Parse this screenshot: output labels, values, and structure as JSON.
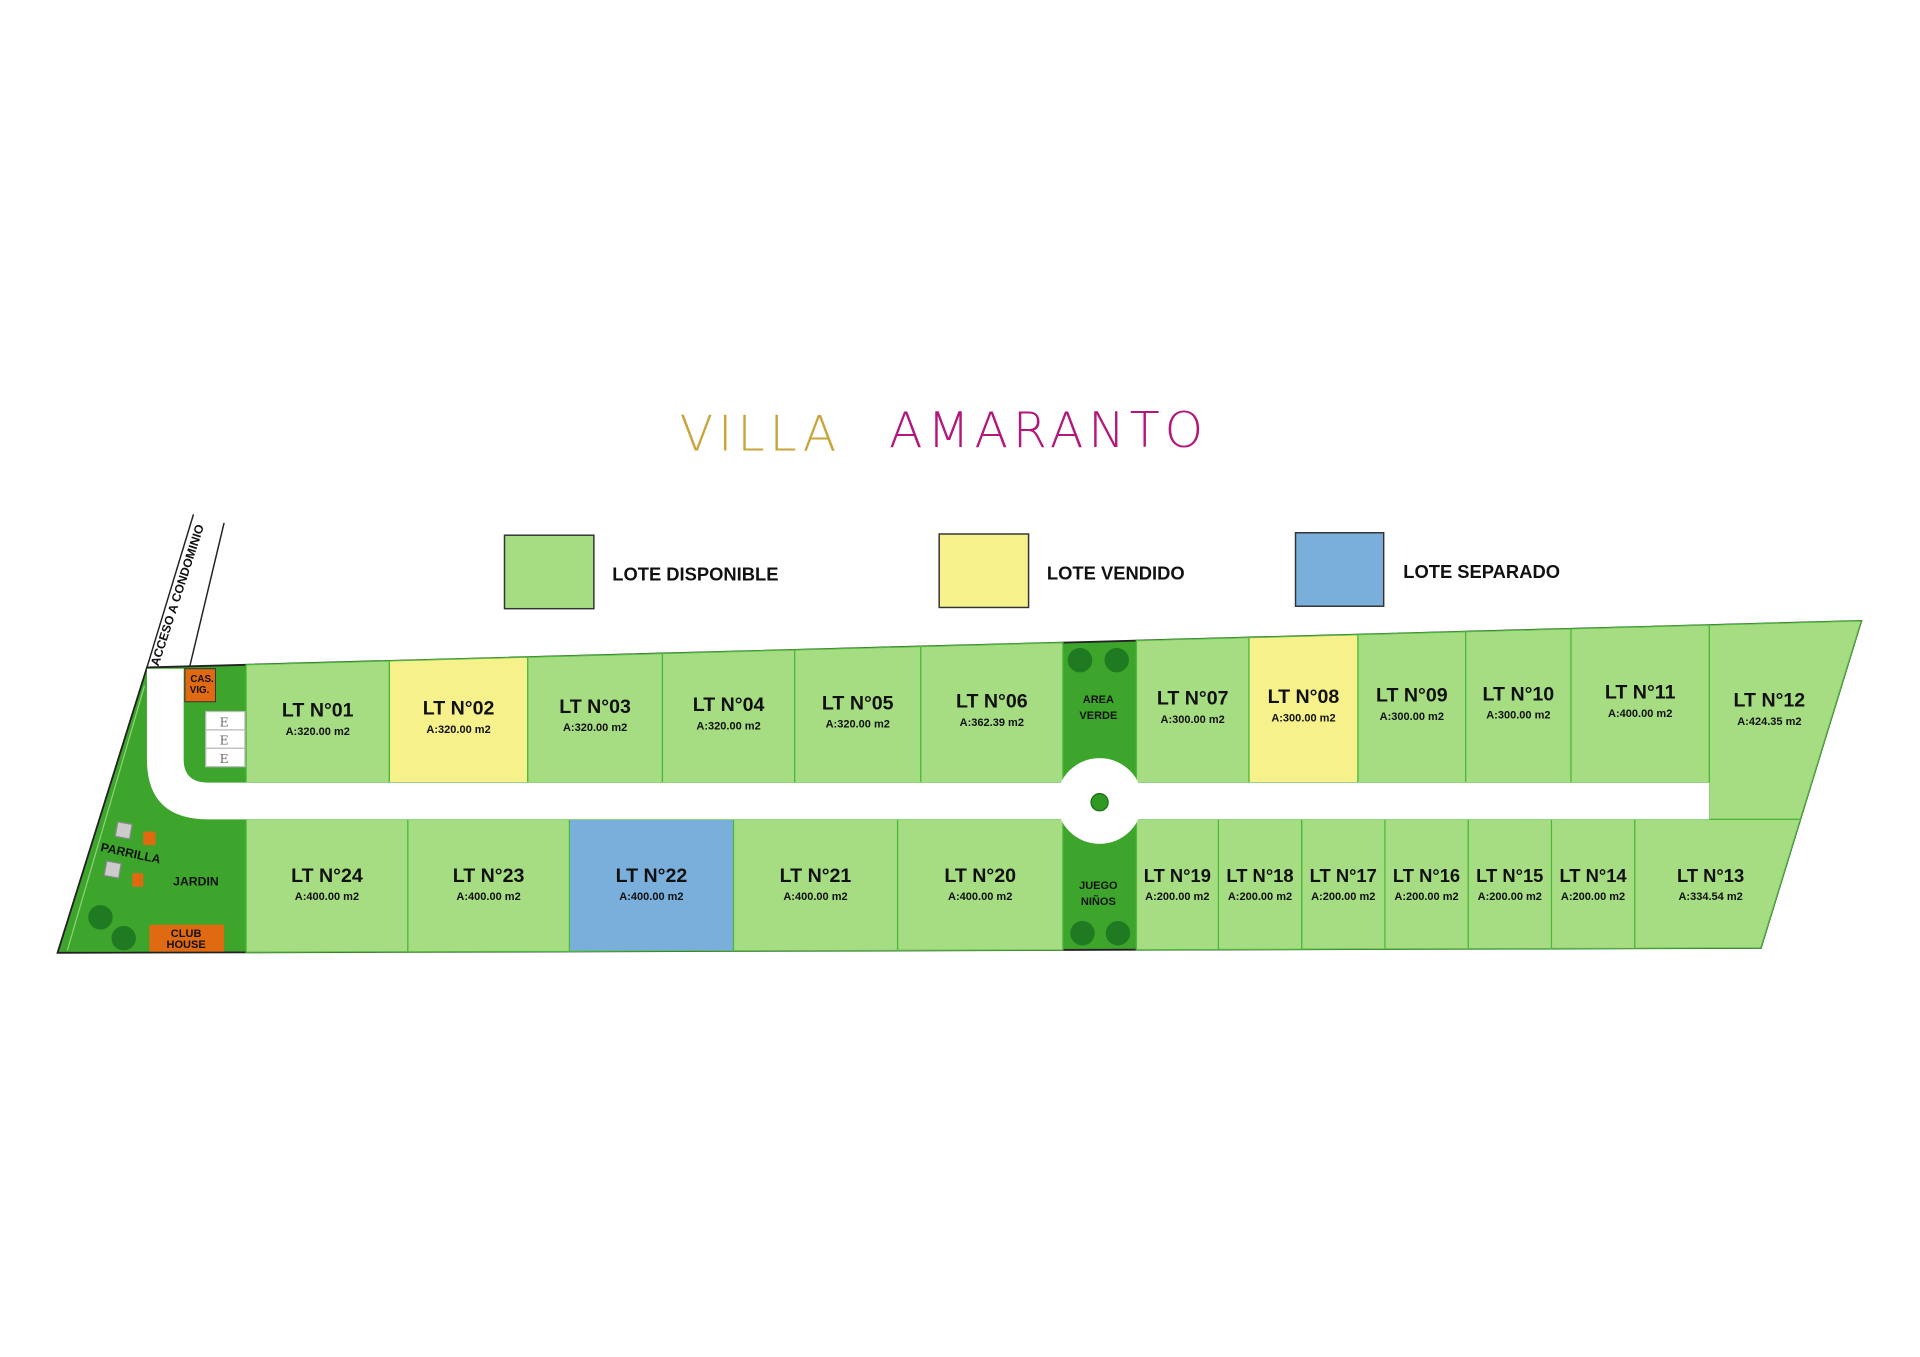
{
  "title": {
    "word1": "VILLA",
    "word2": "AMARANTO",
    "color1": "#c9a43a",
    "color2": "#b3177a"
  },
  "legend": [
    {
      "label": "LOTE DISPONIBLE",
      "color": "#a6dc82"
    },
    {
      "label": "LOTE VENDIDO",
      "color": "#f6f18a"
    },
    {
      "label": "LOTE SEPARADO",
      "color": "#7aafdc"
    }
  ],
  "access_road": "ACCESO A CONDOMINIO",
  "amenities": {
    "guard_house": [
      "CAS.",
      "VIG."
    ],
    "parking_mark": "E",
    "grill": "PARRILLA",
    "garden": "JARDIN",
    "club_house": [
      "CLUB",
      "HOUSE"
    ],
    "green_area": [
      "AREA",
      "VERDE"
    ],
    "playground": [
      "JUEGO",
      "NIÑOS"
    ]
  },
  "status_colors": {
    "available": "#a6dc82",
    "sold": "#f6f18a",
    "reserved": "#7aafdc"
  },
  "lots": [
    {
      "name": "LT N°01",
      "area": "A:320.00 m2",
      "status": "available"
    },
    {
      "name": "LT N°02",
      "area": "A:320.00 m2",
      "status": "sold"
    },
    {
      "name": "LT N°03",
      "area": "A:320.00 m2",
      "status": "available"
    },
    {
      "name": "LT N°04",
      "area": "A:320.00 m2",
      "status": "available"
    },
    {
      "name": "LT N°05",
      "area": "A:320.00 m2",
      "status": "available"
    },
    {
      "name": "LT N°06",
      "area": "A:362.39 m2",
      "status": "available"
    },
    {
      "name": "LT N°07",
      "area": "A:300.00 m2",
      "status": "available"
    },
    {
      "name": "LT N°08",
      "area": "A:300.00 m2",
      "status": "sold"
    },
    {
      "name": "LT N°09",
      "area": "A:300.00 m2",
      "status": "available"
    },
    {
      "name": "LT N°10",
      "area": "A:300.00 m2",
      "status": "available"
    },
    {
      "name": "LT N°11",
      "area": "A:400.00 m2",
      "status": "available"
    },
    {
      "name": "LT N°12",
      "area": "A:424.35 m2",
      "status": "available"
    },
    {
      "name": "LT N°13",
      "area": "A:334.54 m2",
      "status": "available"
    },
    {
      "name": "LT N°14",
      "area": "A:200.00 m2",
      "status": "available"
    },
    {
      "name": "LT N°15",
      "area": "A:200.00 m2",
      "status": "available"
    },
    {
      "name": "LT N°16",
      "area": "A:200.00 m2",
      "status": "available"
    },
    {
      "name": "LT N°17",
      "area": "A:200.00 m2",
      "status": "available"
    },
    {
      "name": "LT N°18",
      "area": "A:200.00 m2",
      "status": "available"
    },
    {
      "name": "LT N°19",
      "area": "A:200.00 m2",
      "status": "available"
    },
    {
      "name": "LT N°20",
      "area": "A:400.00 m2",
      "status": "available"
    },
    {
      "name": "LT N°21",
      "area": "A:400.00 m2",
      "status": "available"
    },
    {
      "name": "LT N°22",
      "area": "A:400.00 m2",
      "status": "reserved"
    },
    {
      "name": "LT N°23",
      "area": "A:400.00 m2",
      "status": "available"
    },
    {
      "name": "LT N°24",
      "area": "A:400.00 m2",
      "status": "available"
    }
  ]
}
